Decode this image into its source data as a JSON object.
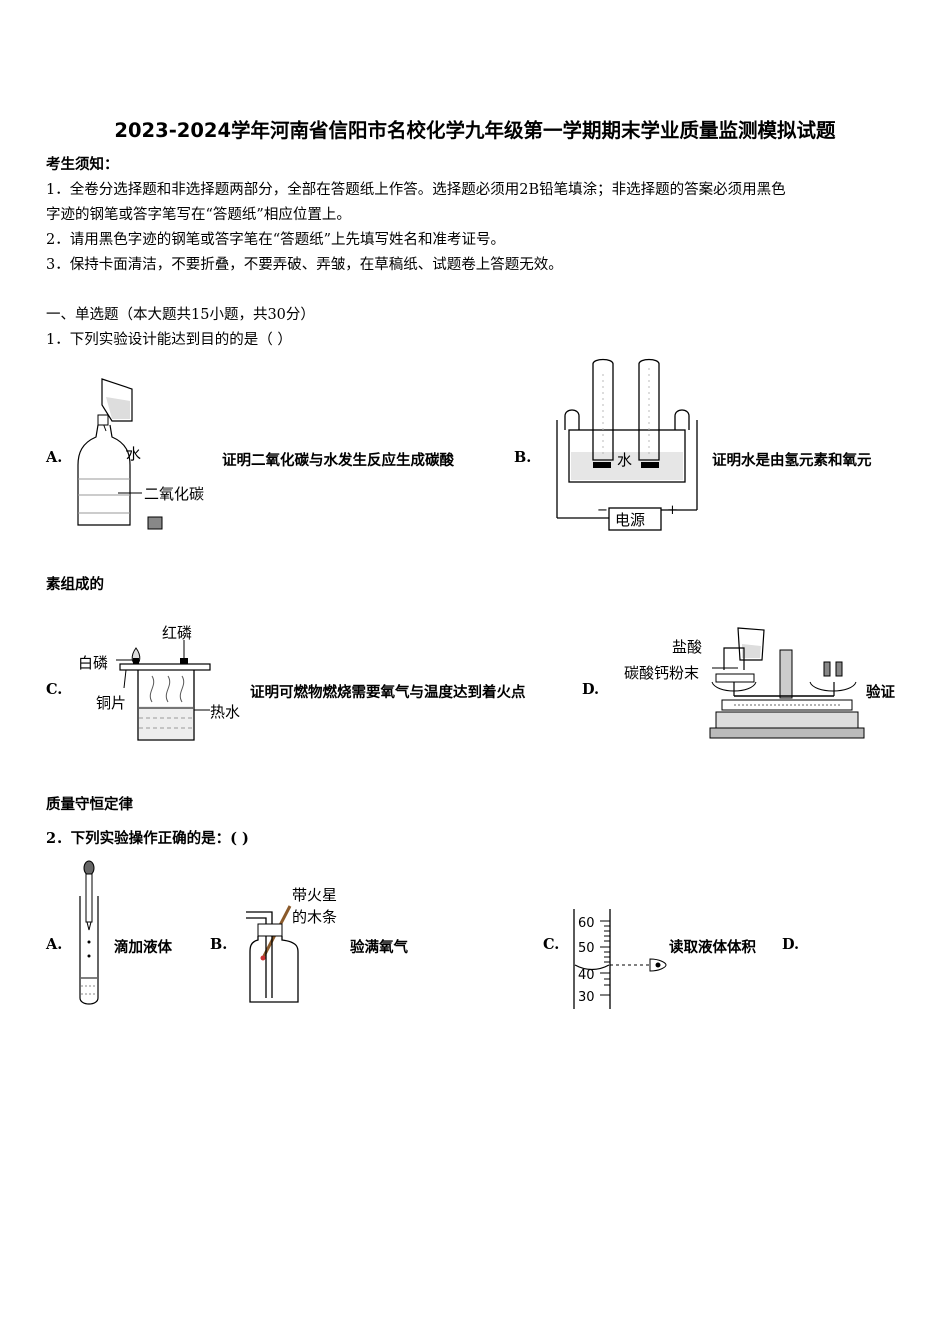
{
  "title": "2023-2024学年河南省信阳市名校化学九年级第一学期期末学业质量监测模拟试题",
  "notice": {
    "heading": "考生须知：",
    "items": [
      "1．全卷分选择题和非选择题两部分，全部在答题纸上作答。选择题必须用2B铅笔填涂；非选择题的答案必须用黑色",
      "字迹的钢笔或答字笔写在“答题纸”相应位置上。",
      "2．请用黑色字迹的钢笔或答字笔在“答题纸”上先填写姓名和准考证号。",
      "3．保持卡面清洁，不要折叠，不要弄破、弄皱，在草稿纸、试题卷上答题无效。"
    ]
  },
  "section1": {
    "heading": "一、单选题（本大题共15小题，共30分）"
  },
  "q1": {
    "stem": "1．下列实验设计能达到目的的是（    ）",
    "options": [
      {
        "label": "A.",
        "text": "证明二氧化碳与水发生反应生成碳酸",
        "fig": {
          "water": "水",
          "co2": "二氧化碳"
        }
      },
      {
        "label": "B.",
        "text": "证明水是由氢元素和氧元",
        "cont": "素组成的",
        "fig": {
          "water": "水",
          "power": "电源",
          "minus": "−",
          "plus": "+"
        }
      },
      {
        "label": "C.",
        "text": "证明可燃物燃烧需要氧气与温度达到着火点",
        "fig": {
          "red_p": "红磷",
          "white_p": "白磷",
          "copper": "铜片",
          "hot_water": "热水"
        }
      },
      {
        "label": "D.",
        "text": "验证",
        "cont": "质量守恒定律",
        "fig": {
          "acid": "盐酸",
          "caco3": "碳酸钙粉末"
        }
      }
    ]
  },
  "q2": {
    "stem": "2．下列实验操作正确的是：(    )",
    "options": [
      {
        "label": "A.",
        "text": "滴加液体"
      },
      {
        "label": "B.",
        "text": "验满氧气",
        "fig": {
          "stick1": "带火星",
          "stick2": "的木条"
        }
      },
      {
        "label": "C.",
        "text": "读取液体体积",
        "fig": {
          "ticks": [
            "60",
            "50",
            "40",
            "30"
          ]
        }
      },
      {
        "label": "D.",
        "text": ""
      }
    ]
  }
}
